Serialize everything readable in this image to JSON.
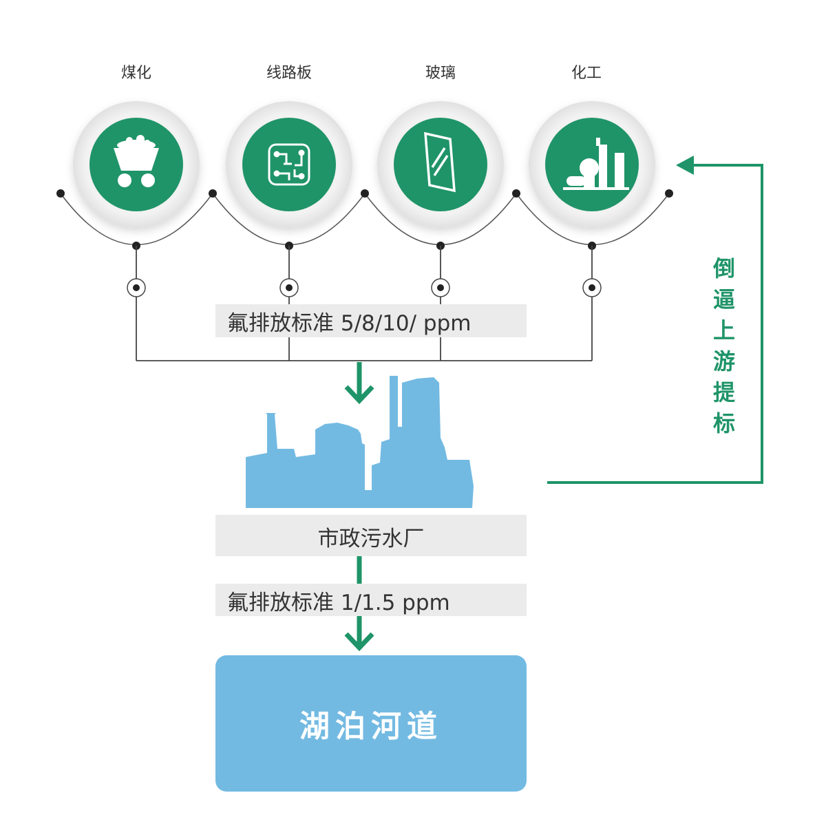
{
  "colors": {
    "green": "#1f9468",
    "blue": "#73bae2",
    "band": "#ebebeb",
    "line": "#2b2b2b"
  },
  "sectors": [
    {
      "label": "煤化",
      "icon": "coal-cart-icon"
    },
    {
      "label": "线路板",
      "icon": "circuit-board-icon"
    },
    {
      "label": "玻璃",
      "icon": "glass-pane-icon"
    },
    {
      "label": "化工",
      "icon": "chemical-plant-icon"
    }
  ],
  "standard_upstream": "氟排放标准 5/8/10/ ppm",
  "plant": {
    "label": "市政污水厂",
    "icon": "factory-silhouette-icon"
  },
  "standard_downstream": "氟排放标准 1/1.5 ppm",
  "feedback_label": "倒逼上游提标",
  "destination": "湖泊河道"
}
